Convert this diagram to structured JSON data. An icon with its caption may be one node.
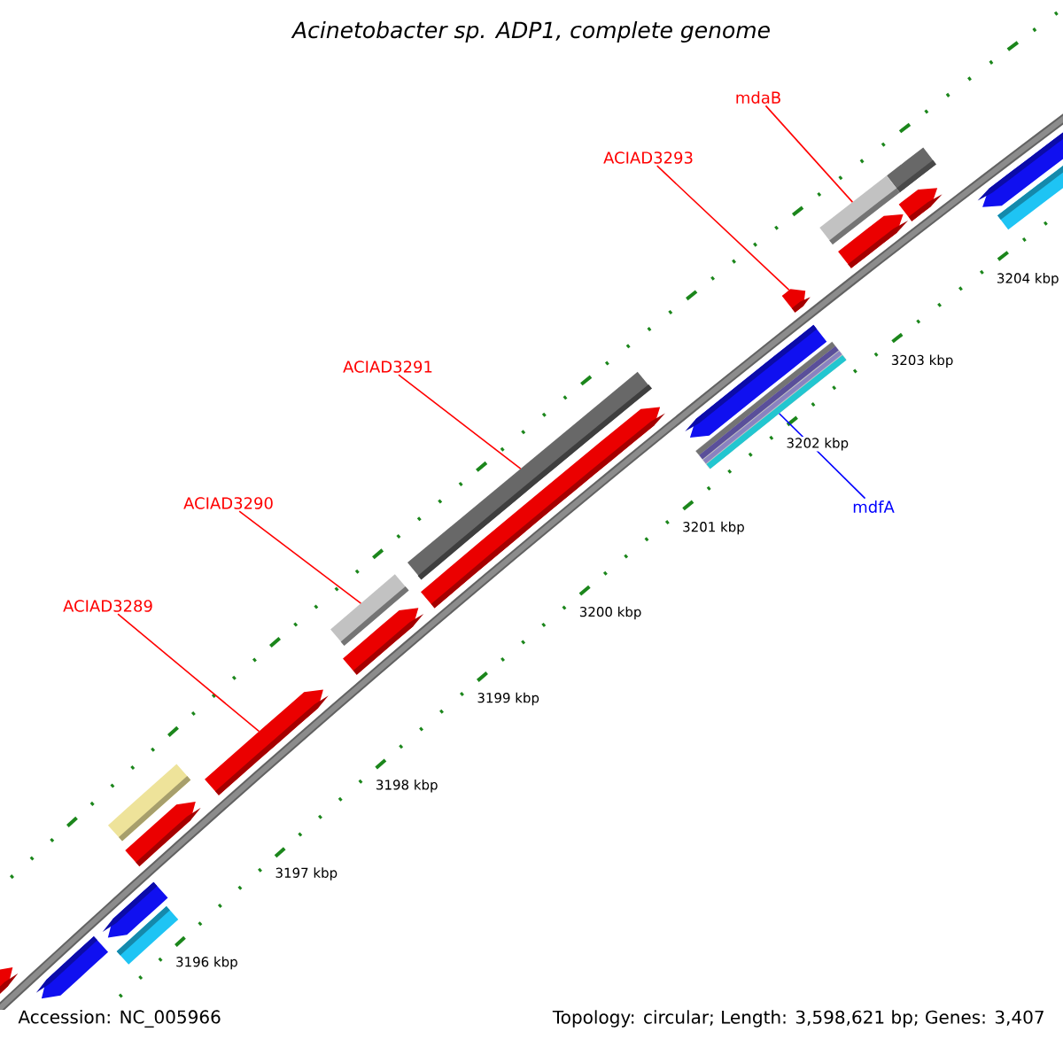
{
  "diagram": {
    "title": "Acinetobacter sp. ADP1, complete genome",
    "nodes": [
      {
        "text": [
          "mdaB"
        ]
      },
      {
        "text": [
          "ACIAD3293"
        ]
      },
      {
        "text": [
          "ACIAD3291"
        ]
      },
      {
        "text": [
          "ACIAD3290"
        ]
      },
      {
        "text": [
          "mdfA"
        ]
      },
      {
        "text": [
          "ACIAD3289"
        ]
      },
      {
        "text": [],
        "shape": "bar"
      },
      {
        "text": [],
        "shape": "arrow"
      },
      {
        "text": [],
        "shape": "bar"
      },
      {
        "text": [],
        "shape": "bar"
      },
      {
        "text": [],
        "shape": "bar"
      },
      {
        "text": [],
        "shape": "arrow"
      }
    ],
    "edges": [
      {
        "from": 0,
        "to": 6,
        "arrow": "none"
      },
      {
        "from": 1,
        "to": 7,
        "arrow": "none"
      },
      {
        "from": 2,
        "to": 8,
        "arrow": "none"
      },
      {
        "from": 3,
        "to": 10,
        "arrow": "none"
      },
      {
        "from": 4,
        "to": 9,
        "arrow": "none",
        "color": "#0000ff"
      },
      {
        "from": 5,
        "to": 11,
        "arrow": "none"
      }
    ],
    "labels": [
      "3204 kbp",
      "3203 kbp",
      "3202 kbp",
      "3201 kbp",
      "3200 kbp",
      "3199 kbp",
      "3198 kbp",
      "3197 kbp",
      "3196 kbp",
      "Accession: NC_005966",
      "Topology: circular; Length: 3,598,621 bp; Genes: 3,407"
    ]
  }
}
